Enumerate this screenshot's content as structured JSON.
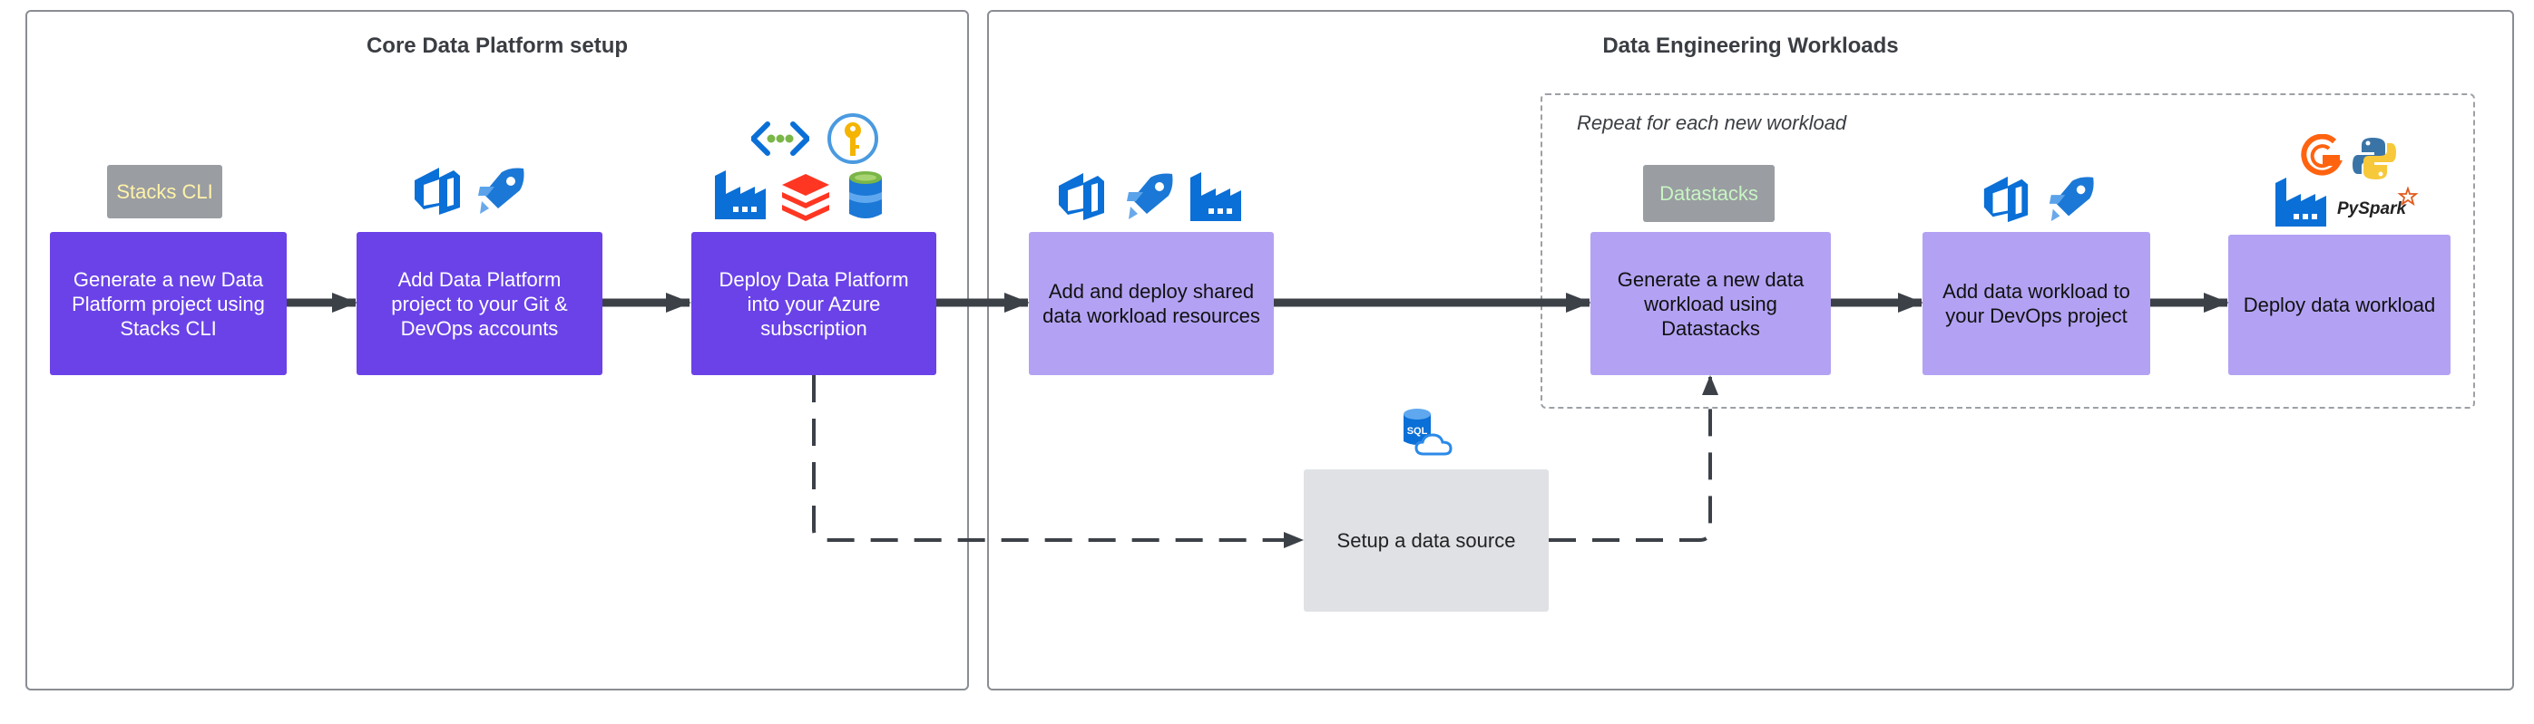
{
  "panels": {
    "core_title": "Core Data Platform setup",
    "engineering_title": "Data Engineering Workloads",
    "repeat_label": "Repeat for each new workload"
  },
  "tags": {
    "stacks_cli": "Stacks CLI",
    "datastacks": "Datastacks"
  },
  "steps": {
    "generate_project": "Generate a new Data Platform project using Stacks CLI",
    "add_project": "Add Data Platform project to your Git & DevOps accounts",
    "deploy_platform": "Deploy Data Platform into your Azure subscription",
    "shared_resources": "Add and deploy shared data workload resources",
    "generate_workload": "Generate a new data workload using Datastacks",
    "add_workload": "Add data workload to your DevOps project",
    "deploy_workload": "Deploy data workload",
    "data_source": "Setup a data source"
  },
  "icon_labels": {
    "sql": "SQL",
    "pyspark": "PySpark"
  },
  "colors": {
    "dark_step": "#6a42e8",
    "light_step": "#b3a2f3",
    "source_box": "#dfe1e5",
    "tag": "#9a9da2",
    "arrow": "#3c4047",
    "azure_blue": "#0a6fd6"
  }
}
